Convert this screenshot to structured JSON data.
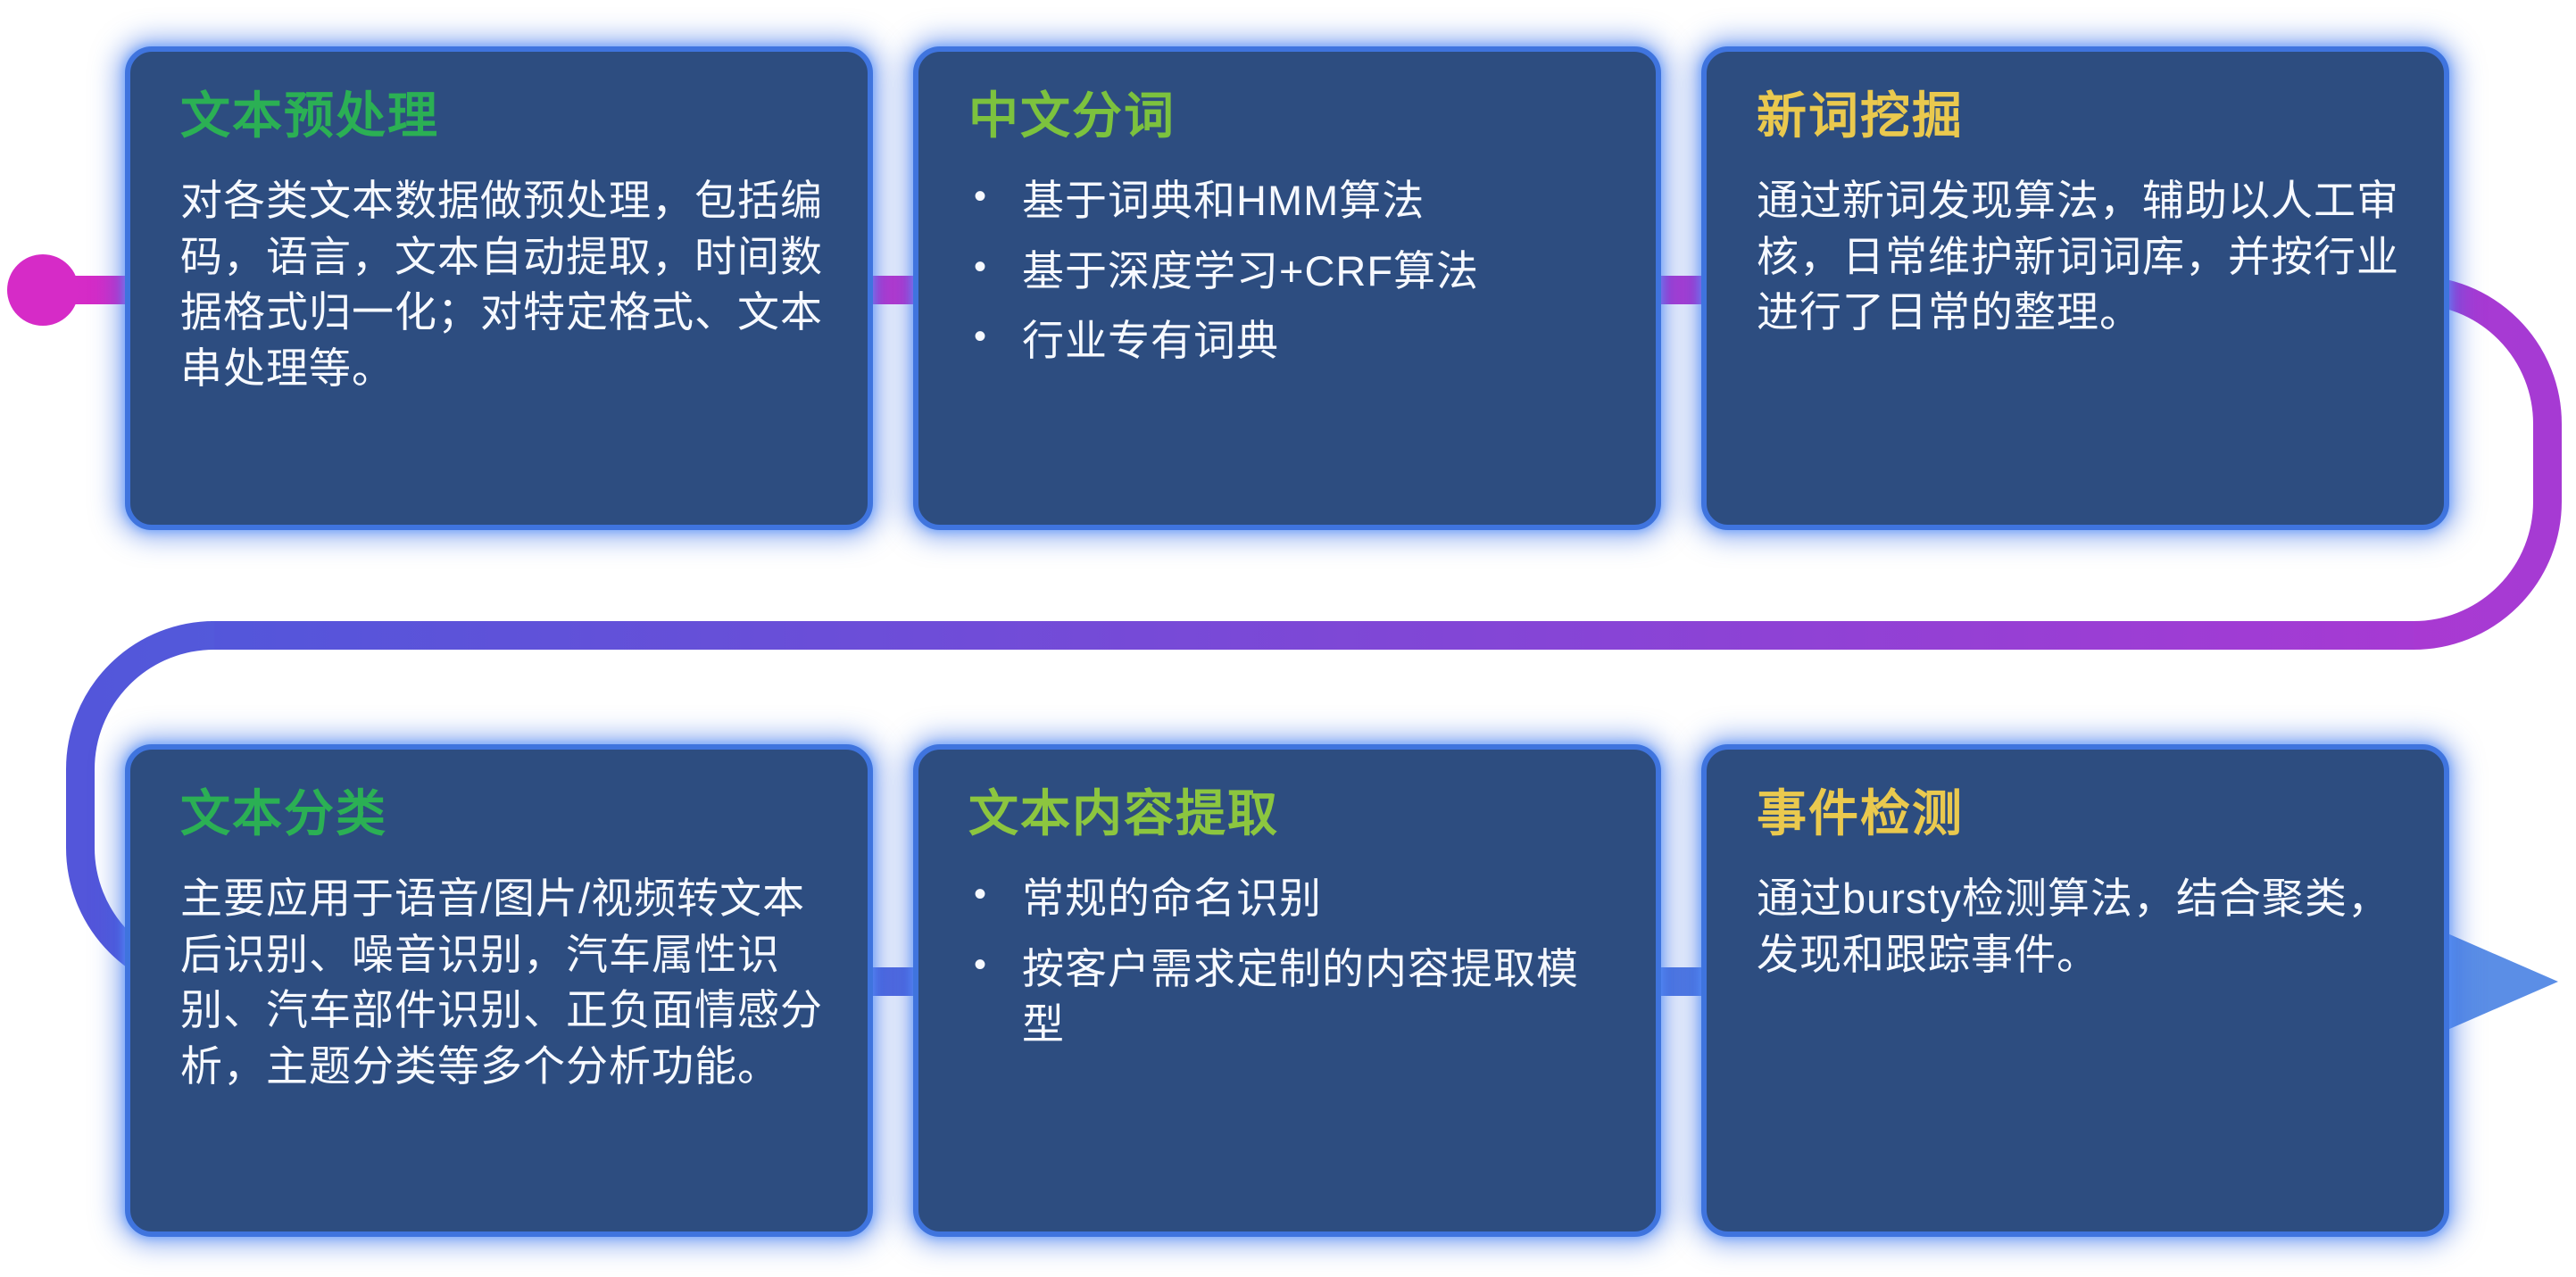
{
  "theme": {
    "page_background": "#ffffff",
    "card_background": "#2d4d80",
    "card_border": "#3f74de",
    "card_glow": "#3b72e6",
    "body_text_color": "#f6f9ff"
  },
  "flow": {
    "dot_color": "#d62bc7",
    "arrow_color": "#5b8ee6",
    "gradient": {
      "magenta": "#d62bc7",
      "purple": "#a63ad3",
      "indigo": "#5356da",
      "blue": "#5289e4"
    }
  },
  "cards": [
    {
      "title": "文本预处理",
      "title_color": "#2bb054",
      "body": "对各类文本数据做预处理，包括编码，语言，文本自动提取，时间数据格式归一化；对特定格式、文本串处理等。"
    },
    {
      "title": "中文分词",
      "title_color": "#7cc23e",
      "bullets": [
        "基于词典和HMM算法",
        "基于深度学习+CRF算法",
        "行业专有词典"
      ]
    },
    {
      "title": "新词挖掘",
      "title_color": "#eac94e",
      "body": "通过新词发现算法，辅助以人工审核，日常维护新词词库，并按行业进行了日常的整理。"
    },
    {
      "title": "文本分类",
      "title_color": "#2bb054",
      "body": "主要应用于语音/图片/视频转文本后识别、噪音识别，汽车属性识别、汽车部件识别、正负面情感分析，主题分类等多个分析功能。"
    },
    {
      "title": "文本内容提取",
      "title_color": "#8cc63f",
      "bullets": [
        "常规的命名识别",
        "按客户需求定制的内容提取模型"
      ]
    },
    {
      "title": "事件检测",
      "title_color": "#eac94e",
      "body": "通过bursty检测算法，结合聚类，发现和跟踪事件。"
    }
  ]
}
